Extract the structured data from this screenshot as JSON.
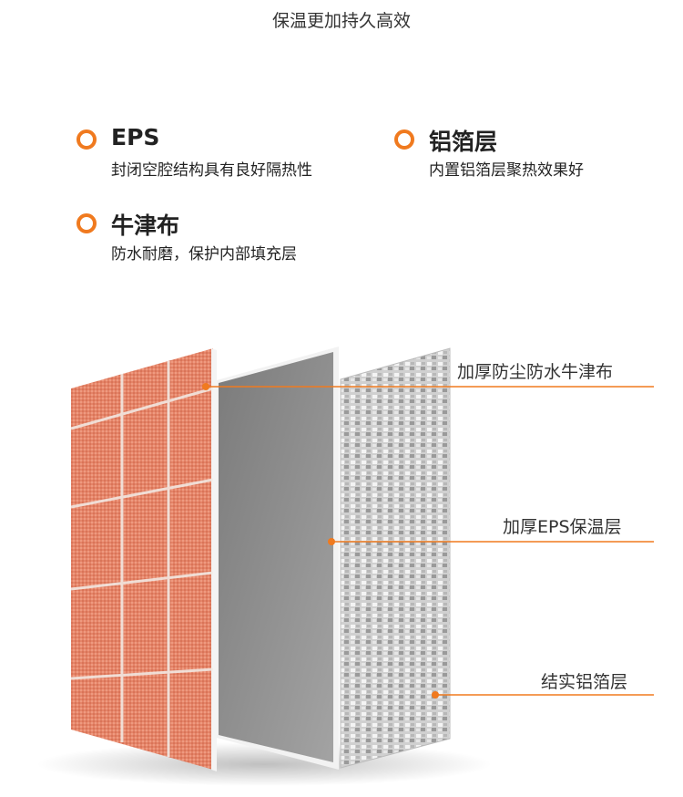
{
  "header": {
    "title": "保温更加持久高效"
  },
  "features": [
    {
      "icon": "orange-ring-icon",
      "name": "EPS",
      "desc": "封闭空腔结构具有良好隔热性"
    },
    {
      "icon": "orange-ring-icon",
      "name": "铝箔层",
      "desc": "内置铝箔层聚热效果好"
    },
    {
      "icon": "orange-ring-icon",
      "name": "牛津布",
      "desc": "防水耐磨，保护内部填充层"
    }
  ],
  "layers": [
    {
      "label": "加厚防尘防水牛津布",
      "material": "oxford-cloth"
    },
    {
      "label": "加厚EPS保温层",
      "material": "eps-foam"
    },
    {
      "label": "结实铝箔层",
      "material": "aluminum-foil"
    }
  ],
  "colors": {
    "accent": "#f07a1f",
    "oxford": "#e8866a",
    "eps": "#8c8c8c",
    "foil": "#c9c9c9"
  }
}
